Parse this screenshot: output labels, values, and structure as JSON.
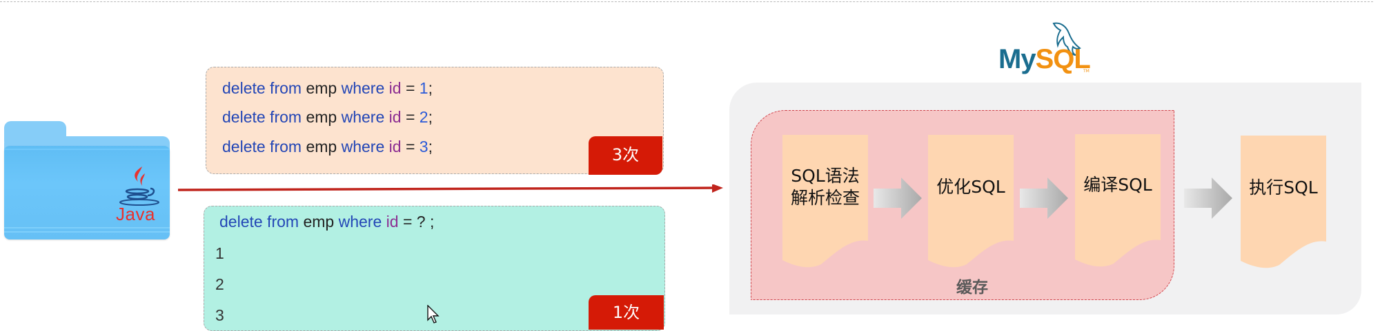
{
  "diagram": {
    "client": {
      "icon": "java-folder-icon",
      "label": "Java"
    },
    "statements_box": {
      "lines": [
        {
          "kw1": "delete from",
          "table": "emp",
          "kw2": "where",
          "col": "id",
          "op": "=",
          "val": "1",
          "end": ";"
        },
        {
          "kw1": "delete from",
          "table": "emp",
          "kw2": "where",
          "col": "id",
          "op": "=",
          "val": "2",
          "end": ";"
        },
        {
          "kw1": "delete from",
          "table": "emp",
          "kw2": "where",
          "col": "id",
          "op": "=",
          "val": "3",
          "end": ";"
        }
      ],
      "badge": "3次",
      "background": "#fde3cf"
    },
    "prepared_box": {
      "statement": {
        "kw1": "delete from",
        "table": "emp",
        "kw2": "where",
        "col": "id",
        "op": "=",
        "val": "?",
        "end": ";"
      },
      "params": [
        "1",
        "2",
        "3"
      ],
      "badge": "1次",
      "background": "#b2f0e3"
    },
    "server": {
      "logo": {
        "my": "My",
        "sql": "SQL",
        "tm": "TM"
      },
      "cache_label": "缓存",
      "steps": [
        {
          "line1": "SQL语法",
          "line2": "解析检查"
        },
        {
          "line1": "优化SQL",
          "line2": ""
        },
        {
          "line1": "编译SQL",
          "line2": ""
        },
        {
          "line1": "执行SQL",
          "line2": ""
        }
      ]
    },
    "colors": {
      "arrow": "#c0241c",
      "badge": "#d51a06",
      "keyword": "#2346b6",
      "column": "#8c2e92",
      "cache_fill": "#f6c6c6",
      "cache_border": "#d0424a",
      "step_fill": "#fed6b1",
      "panel": "#f1f1f2"
    }
  }
}
